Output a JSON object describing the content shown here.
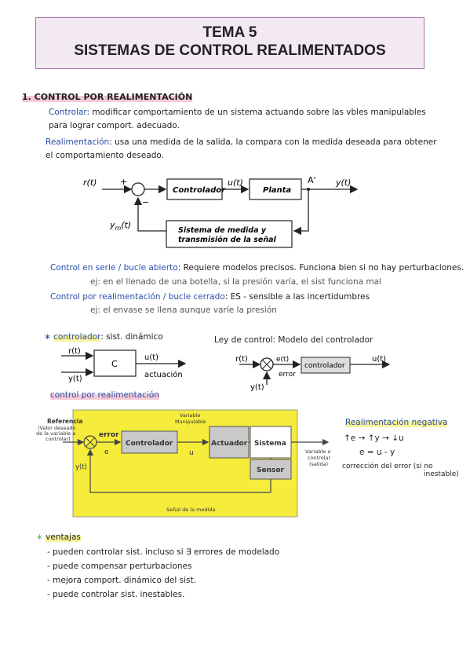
{
  "title": {
    "line1": "TEMA 5",
    "line2": "SISTEMAS DE CONTROL REALIMENTADOS"
  },
  "section1": {
    "heading": "1. CONTROL POR REALIMENTACIÓN",
    "control_term": "Controlar",
    "control_def_1": ": modificar comportamiento de un sistema actuando sobre las vbles manipulables",
    "control_def_2": "para lograr comport. adecuado.",
    "realim_term": "Realimentación",
    "realim_def_1": ": usa una medida de la salida, la compara con la medida deseada para obtener",
    "realim_def_2": "el comportamiento deseado."
  },
  "diagram1": {
    "r": "r(t)",
    "plus": "+",
    "minus": "−",
    "u": "u(t)",
    "y": "y(t)",
    "A": "A'",
    "ym": "y",
    "ym_sub": "m",
    "ym_suffix": "(t)",
    "controller": "Controlador",
    "plant": "Planta",
    "sensor_1": "Sistema de medida y",
    "sensor_2": "transmisión de la señal"
  },
  "open_closed": {
    "open_term": "Control en serie / bucle abierto",
    "open_desc": ": Requiere modelos precisos. Funciona bien si no hay perturbaciones.",
    "open_ex": "ej: en el llenado de una botella, si la presión varía, el sist funciona mal",
    "closed_term": "Control por realimentación / bucle cerrado",
    "closed_desc": ": ES - sensible a las incertidumbres",
    "closed_ex": "ej: el envase se llena aunque varíe la presión"
  },
  "controller_block": {
    "label": "controlador",
    "desc": ": sist. dinámico",
    "r": "r(t)",
    "y": "y(t)",
    "c": "C",
    "u": "u(t)",
    "act": "actuación"
  },
  "control_law": {
    "label": "Ley de control: Modelo del controlador",
    "r": "r(t)",
    "y": "y(t)",
    "err": "error",
    "box": "controlador",
    "u": "u(t)"
  },
  "feedback_title": "control por realimentación",
  "diagram2": {
    "ref_1": "Referencia",
    "ref_2": "(Valor deseado",
    "ref_3": "de la variable a",
    "ref_4": "controlar)",
    "var_1": "Variable",
    "var_2": "Manipulable",
    "error": "error",
    "e": "e",
    "u": "u",
    "y": "y(t)",
    "controller": "Controlador",
    "actuator": "Actuador",
    "system": "Sistema",
    "sensor": "Sensor",
    "out_1": "Variable a",
    "out_2": "controlar",
    "out_3": "(salida)",
    "measure": "Señal de la medida"
  },
  "negative": {
    "title": "Realimentación negativa",
    "line1": "↑e → ↑y → ↓u",
    "line2": "e = u - y",
    "line3": "corrección del error (si no",
    "line4": "inestable)"
  },
  "advantages": {
    "title": "ventajas",
    "items": [
      "- pueden controlar sist. incluso si ∃ errores de modelado",
      "- puede compensar perturbaciones",
      "- mejora comport. dinámico del sist.",
      "- puede controlar sist. inestables."
    ]
  }
}
